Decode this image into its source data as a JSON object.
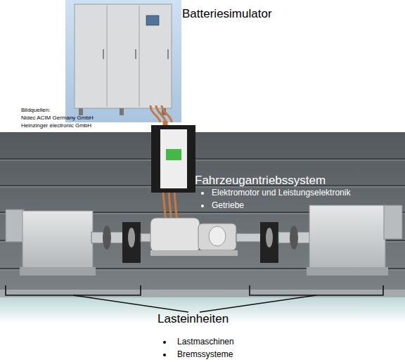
{
  "diagram": {
    "nodes": [
      {
        "text": [
          "Batteriesimulator"
        ]
      },
      {
        "text": [
          "Fahrzeugantriebssystem",
          "Elektromotor und Leistungselektronik",
          "Getriebe"
        ]
      }
    ],
    "edges": [
      {
        "from": 0,
        "to": 1,
        "arrow": "none"
      }
    ],
    "labels": [
      "Bildquellen:",
      "Nidec ACIM Germany GmbH",
      "Heinzinger electronic GmbH",
      "Lasteinheiten",
      "Lastmaschinen",
      "Bremssysteme"
    ]
  }
}
